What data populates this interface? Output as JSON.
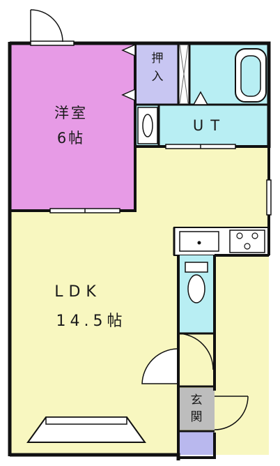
{
  "rooms": {
    "western_room": {
      "name": "洋室",
      "size": "6帖",
      "color": "#e79be6"
    },
    "ldk": {
      "name": "LDK",
      "size": "14.5帖",
      "color": "#f8f7c0"
    },
    "utility": {
      "name": "UT",
      "color": "#b8eef3"
    },
    "closet": {
      "name_line1": "押",
      "name_line2": "入",
      "color": "#c8c6f2"
    },
    "entrance": {
      "name_line1": "玄",
      "name_line2": "関",
      "color": "#bdbdbd"
    }
  },
  "fixtures": {
    "bathtub": "bathtub-icon",
    "toilet": "toilet-icon",
    "sink": "sink-icon",
    "stove": "gas-stove-icon",
    "washbasin": "washbasin-icon"
  },
  "colors": {
    "wall": "#111111",
    "storage": "#b9b8ee",
    "kitchen_counter": "#ffffff"
  }
}
